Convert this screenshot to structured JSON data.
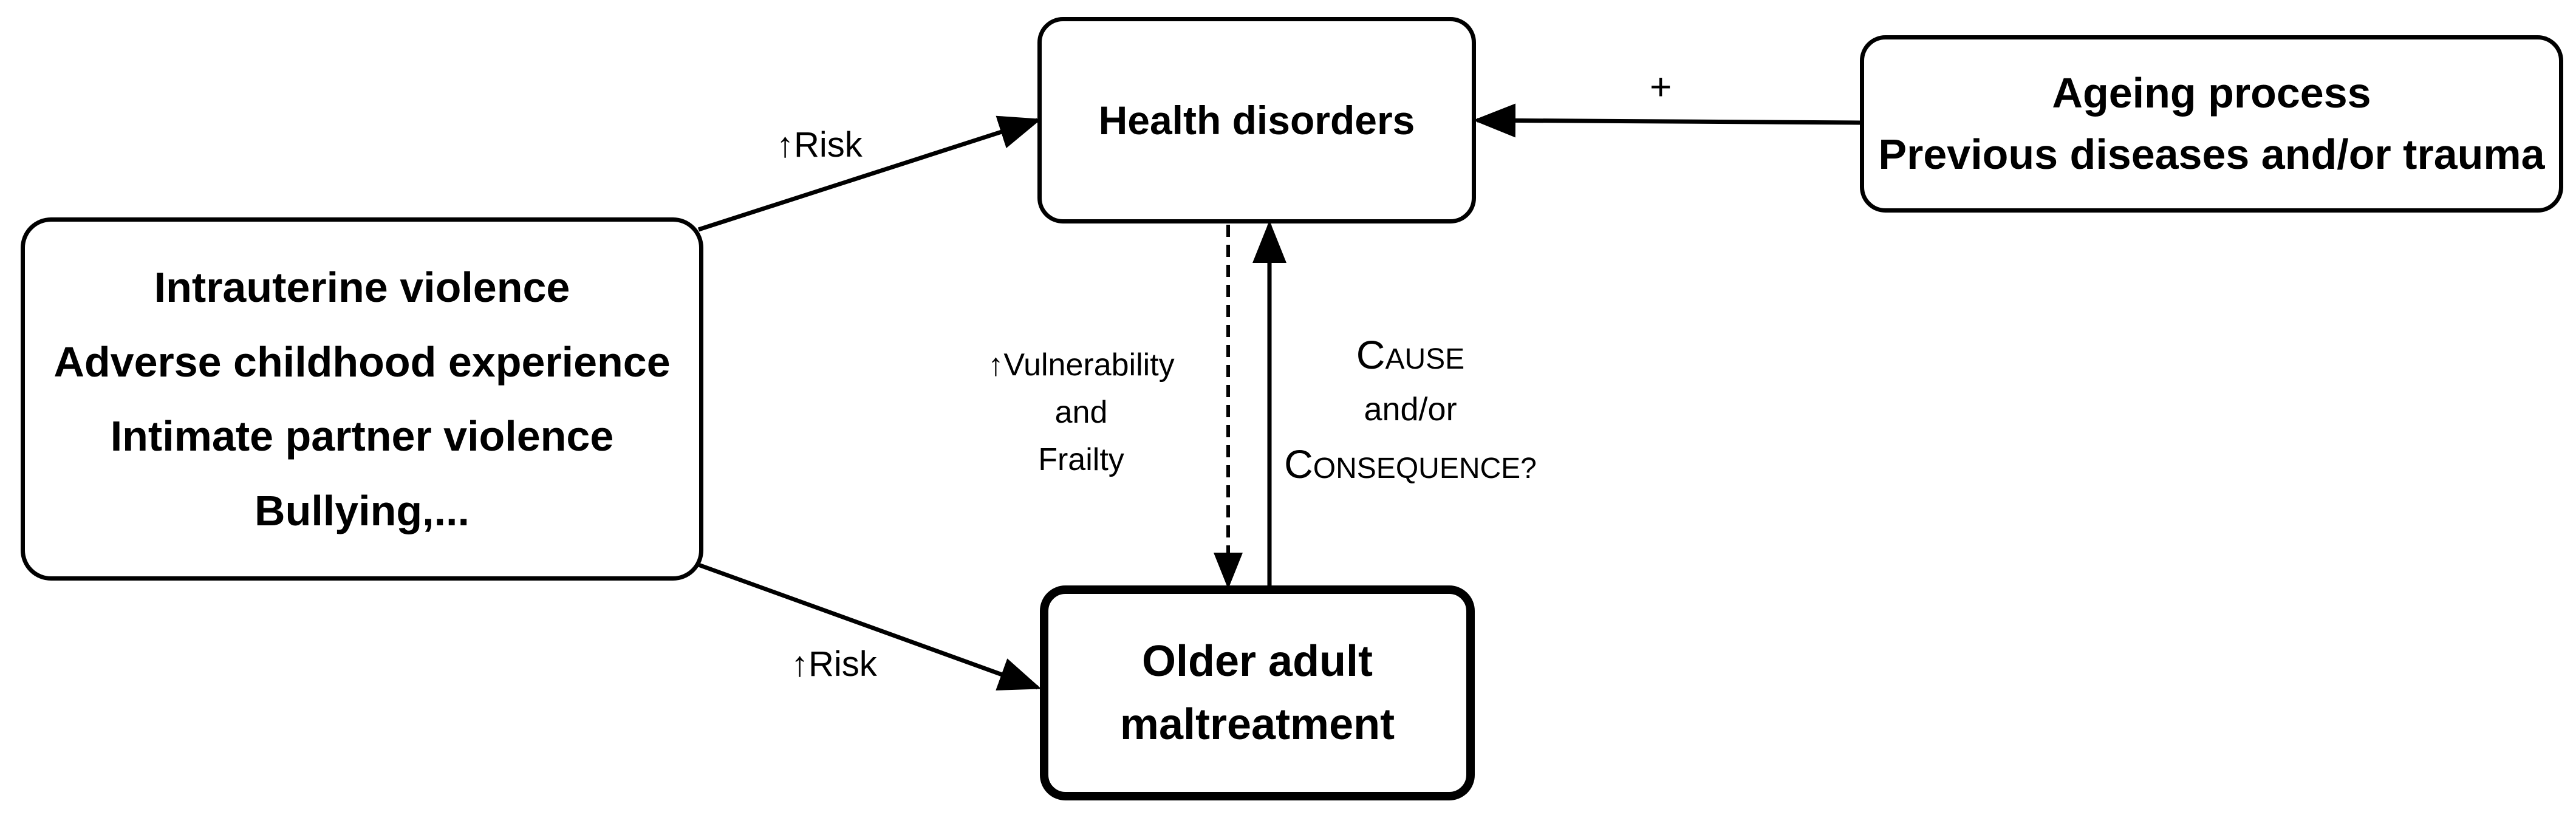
{
  "nodes": {
    "health_disorders": {
      "lines": [
        "Health disorders"
      ]
    },
    "ageing": {
      "lines": [
        "Ageing process",
        "Previous diseases and/or trauma"
      ]
    },
    "adversity": {
      "lines": [
        "Intrauterine violence",
        "Adverse childhood experience",
        "Intimate partner violence",
        "Bullying,..."
      ]
    },
    "older_adult": {
      "lines": [
        "Older adult",
        "maltreatment"
      ]
    }
  },
  "edges": {
    "risk_to_health": "↑Risk",
    "risk_to_maltreatment": "↑Risk",
    "ageing_to_health": "+",
    "vulnerability": [
      "↑Vulnerability",
      "and",
      "Frailty"
    ],
    "cause_consequence": {
      "cause_initial": "C",
      "cause_rest": "AUSE",
      "and_or": "and/or",
      "consequence_initial": "C",
      "consequence_rest": "ONSEQUENCE?"
    }
  }
}
